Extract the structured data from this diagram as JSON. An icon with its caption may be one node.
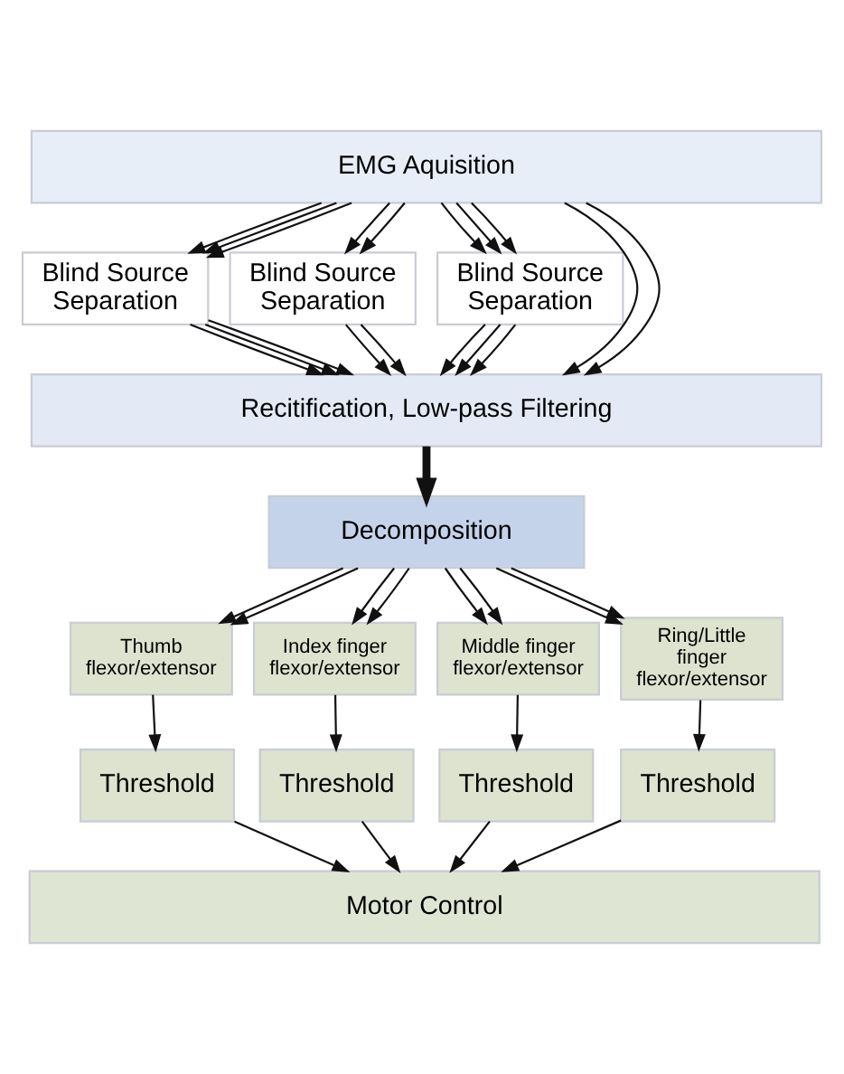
{
  "diagram": {
    "nodes": [
      {
        "text": [
          "EMG Aquisition"
        ]
      },
      {
        "text": [
          "Blind Source Separation"
        ]
      },
      {
        "text": [
          "Blind Source Separation"
        ]
      },
      {
        "text": [
          "Blind Source Separation"
        ]
      },
      {
        "text": [
          "Recitification, Low-pass Filtering"
        ]
      },
      {
        "text": [
          "Decomposition"
        ]
      },
      {
        "text": [
          "Thumb flexor/extensor"
        ]
      },
      {
        "text": [
          "Index finger flexor/extensor"
        ]
      },
      {
        "text": [
          "Middle finger flexor/extensor"
        ]
      },
      {
        "text": [
          "Ring/Little finger flexor/extensor"
        ]
      },
      {
        "text": [
          "Threshold"
        ]
      },
      {
        "text": [
          "Threshold"
        ]
      },
      {
        "text": [
          "Threshold"
        ]
      },
      {
        "text": [
          "Threshold"
        ]
      },
      {
        "text": [
          "Motor Control"
        ]
      }
    ],
    "edges": [
      {
        "from": 0,
        "to": 1,
        "arrow": "to"
      },
      {
        "from": 0,
        "to": 1,
        "arrow": "to"
      },
      {
        "from": 0,
        "to": 1,
        "arrow": "to"
      },
      {
        "from": 0,
        "to": 2,
        "arrow": "to"
      },
      {
        "from": 0,
        "to": 2,
        "arrow": "to"
      },
      {
        "from": 0,
        "to": 4,
        "arrow": "to"
      },
      {
        "from": 0,
        "to": 4,
        "arrow": "to"
      },
      {
        "from": 0,
        "to": 3,
        "arrow": "to"
      },
      {
        "from": 0,
        "to": 3,
        "arrow": "to"
      },
      {
        "from": 0,
        "to": 3,
        "arrow": "to"
      },
      {
        "from": 1,
        "to": 4,
        "arrow": "to"
      },
      {
        "from": 1,
        "to": 4,
        "arrow": "to"
      },
      {
        "from": 1,
        "to": 4,
        "arrow": "to"
      },
      {
        "from": 2,
        "to": 4,
        "arrow": "to"
      },
      {
        "from": 2,
        "to": 4,
        "arrow": "to"
      },
      {
        "from": 3,
        "to": 4,
        "arrow": "to"
      },
      {
        "from": 3,
        "to": 4,
        "arrow": "to"
      },
      {
        "from": 3,
        "to": 4,
        "arrow": "to"
      },
      {
        "from": 4,
        "to": 5,
        "arrow": "to",
        "style": "thick"
      },
      {
        "from": 5,
        "to": 6,
        "arrow": "to"
      },
      {
        "from": 5,
        "to": 6,
        "arrow": "to"
      },
      {
        "from": 5,
        "to": 7,
        "arrow": "to"
      },
      {
        "from": 5,
        "to": 7,
        "arrow": "to"
      },
      {
        "from": 5,
        "to": 8,
        "arrow": "to"
      },
      {
        "from": 5,
        "to": 8,
        "arrow": "to"
      },
      {
        "from": 5,
        "to": 9,
        "arrow": "to"
      },
      {
        "from": 5,
        "to": 9,
        "arrow": "to"
      },
      {
        "from": 6,
        "to": 10,
        "arrow": "to"
      },
      {
        "from": 7,
        "to": 11,
        "arrow": "to"
      },
      {
        "from": 8,
        "to": 12,
        "arrow": "to"
      },
      {
        "from": 9,
        "to": 13,
        "arrow": "to"
      },
      {
        "from": 10,
        "to": 14,
        "arrow": "to"
      },
      {
        "from": 11,
        "to": 14,
        "arrow": "to"
      },
      {
        "from": 12,
        "to": 14,
        "arrow": "to"
      },
      {
        "from": 13,
        "to": 14,
        "arrow": "to"
      }
    ]
  }
}
